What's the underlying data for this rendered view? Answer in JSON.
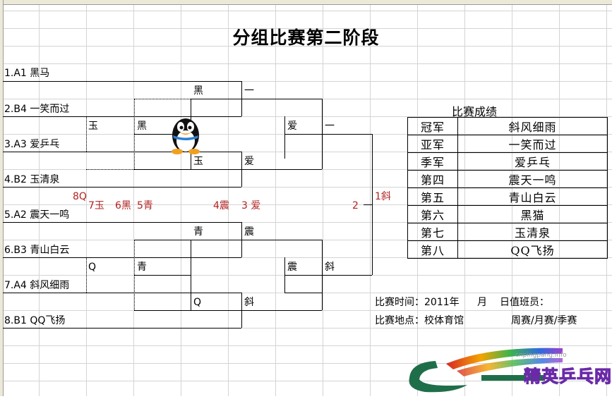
{
  "title": "分组比赛第二阶段",
  "players": [
    "1.A1 黑马",
    "2.B4 一笑而过",
    "3.A3 爱乒乓",
    "4.B2 玉清泉",
    "5.A2 震天一鸣",
    "6.B3 青山白云",
    "7.A4 斜风细雨",
    "8.B1 QQ飞扬"
  ],
  "bracket": {
    "r1_hei": "黑",
    "r1_yi": "一",
    "r2_ai": "爱",
    "r2_yi": "一",
    "r2_yu": "玉",
    "r2_hei": "黑",
    "r1_yu": "玉",
    "r1_ai": "爱",
    "r1_qing": "青",
    "r1_zhen": "震",
    "r2_q": "Q",
    "r2_qing": "青",
    "r2_zhen": "震",
    "r2_xie": "斜",
    "r1_q": "Q",
    "r1_xie": "斜"
  },
  "placings": {
    "p8": "8Q",
    "p7": "7玉",
    "p6": "6黑",
    "p5": "5青",
    "p4": "4震",
    "p3": "3 爱",
    "p2": "2",
    "p1": "1斜"
  },
  "results": {
    "caption": "比赛成绩",
    "rows": [
      {
        "rank": "冠军",
        "name": "斜风细雨"
      },
      {
        "rank": "亚军",
        "name": "一笑而过"
      },
      {
        "rank": "季军",
        "name": "爱乒乓"
      },
      {
        "rank": "第四",
        "name": "震天一鸣"
      },
      {
        "rank": "第五",
        "name": "青山白云"
      },
      {
        "rank": "第六",
        "name": "黑猫"
      },
      {
        "rank": "第七",
        "name": "玉清泉"
      },
      {
        "rank": "第八",
        "name": "QQ飞扬"
      }
    ]
  },
  "info": {
    "time_label": "比赛时间：2011年",
    "month": "月",
    "day_duty": "日值班员：",
    "place_label": "比赛地点：校体育馆",
    "type": "周赛/月赛/季赛"
  },
  "logo": {
    "text": "精英乒乓网",
    "url": "cnpingpang.info"
  },
  "colors": {
    "placing_red": "#b22222",
    "grid": "#d4d4d4"
  }
}
